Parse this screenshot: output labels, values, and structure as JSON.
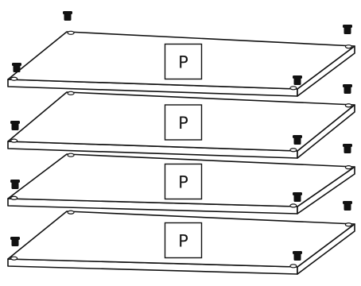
{
  "diagram": {
    "shelf_count": 4,
    "shelves": [
      {
        "label": "P"
      },
      {
        "label": "P"
      },
      {
        "label": "P"
      },
      {
        "label": "P"
      }
    ]
  }
}
